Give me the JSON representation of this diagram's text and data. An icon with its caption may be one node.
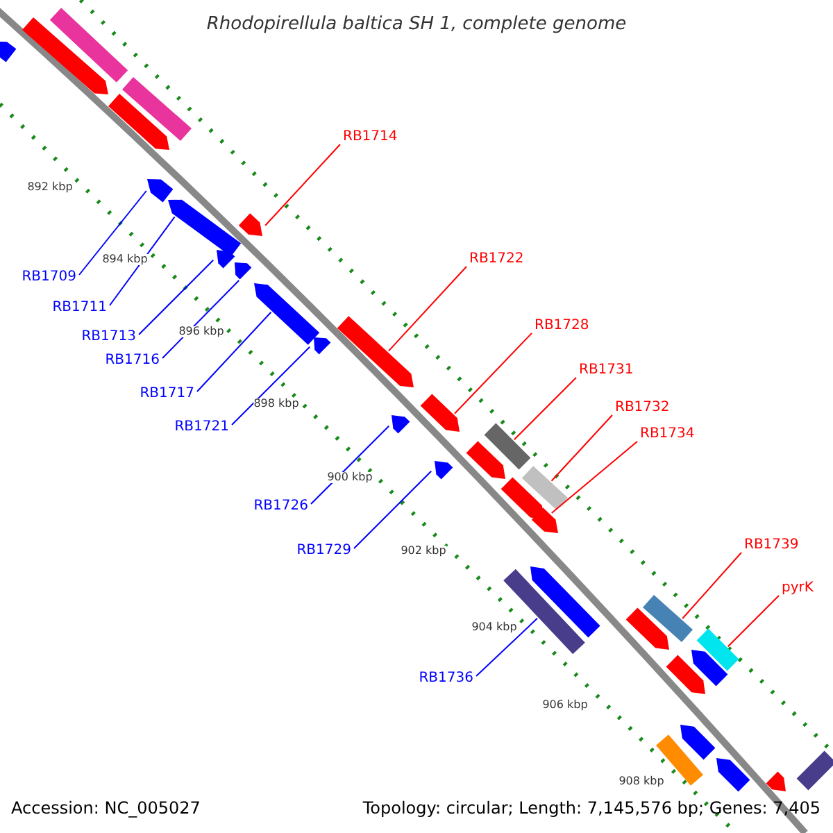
{
  "diagram": {
    "title": "Rhodopirellula baltica SH 1, complete genome",
    "nodes": [
      {
        "text": [
          "RB1714"
        ]
      },
      {
        "text": [
          "RB1709"
        ]
      },
      {
        "text": [
          "RB1722"
        ]
      },
      {
        "text": [
          "RB1711"
        ]
      },
      {
        "text": [
          "RB1713"
        ]
      },
      {
        "text": [
          "RB1728"
        ]
      },
      {
        "text": [
          "RB1716"
        ]
      },
      {
        "text": [
          "RB1731"
        ]
      },
      {
        "text": [
          "RB1717"
        ]
      },
      {
        "text": [
          "RB1732"
        ]
      },
      {
        "text": [
          "RB1721"
        ]
      },
      {
        "text": [
          "RB1734"
        ]
      },
      {
        "text": [
          "RB1726"
        ]
      },
      {
        "text": [
          "RB1729"
        ]
      },
      {
        "text": [
          "RB1739"
        ]
      },
      {
        "text": [
          "pyrK"
        ]
      },
      {
        "text": [
          "RB1736"
        ]
      },
      {
        "text": [],
        "shape": "pentagon"
      },
      {
        "text": [],
        "shape": "pentagon"
      },
      {
        "text": [],
        "shape": "pentagon"
      },
      {
        "text": [],
        "shape": "pentagon"
      },
      {
        "text": [],
        "shape": "pentagon"
      },
      {
        "text": [],
        "shape": "pentagon"
      },
      {
        "text": [],
        "shape": "pentagon"
      },
      {
        "text": [],
        "shape": "bar"
      },
      {
        "text": [],
        "shape": "pentagon"
      },
      {
        "text": [],
        "shape": "bar"
      },
      {
        "text": [],
        "shape": "pentagon"
      },
      {
        "text": [],
        "shape": "pentagon"
      },
      {
        "text": [],
        "shape": "pentagon"
      },
      {
        "text": [],
        "shape": "pentagon"
      },
      {
        "text": [],
        "shape": "bar"
      },
      {
        "text": [],
        "shape": "bar"
      },
      {
        "text": [],
        "shape": "bar"
      },
      {
        "text": [],
        "shape": "bar"
      },
      {
        "text": [],
        "shape": "bar"
      },
      {
        "text": [],
        "shape": "pentagon"
      },
      {
        "text": [],
        "shape": "pentagon"
      },
      {
        "text": [],
        "shape": "pentagon"
      },
      {
        "text": [],
        "shape": "pentagon"
      },
      {
        "text": [],
        "shape": "pentagon"
      },
      {
        "text": [],
        "shape": "pentagon"
      },
      {
        "text": [],
        "shape": "pentagon"
      },
      {
        "text": [],
        "shape": "pentagon"
      },
      {
        "text": [],
        "shape": "pentagon"
      },
      {
        "text": [],
        "shape": "bar"
      },
      {
        "text": [],
        "shape": "pentagon"
      },
      {
        "text": [],
        "shape": "pentagon"
      },
      {
        "text": [],
        "shape": "bar"
      },
      {
        "text": [],
        "shape": "pentagon"
      }
    ],
    "edges": [
      {
        "from": 0,
        "to": 17,
        "arrow": "none",
        "color": "#ff0000"
      },
      {
        "from": 1,
        "to": 18,
        "arrow": "none"
      },
      {
        "from": 2,
        "to": 19,
        "arrow": "none",
        "color": "#ff0000"
      },
      {
        "from": 3,
        "to": 20,
        "arrow": "none"
      },
      {
        "from": 4,
        "to": 21,
        "arrow": "none"
      },
      {
        "from": 5,
        "to": 22,
        "arrow": "none",
        "color": "#ff0000"
      },
      {
        "from": 6,
        "to": 23,
        "arrow": "none"
      },
      {
        "from": 7,
        "to": 24,
        "arrow": "none",
        "color": "#ff0000"
      },
      {
        "from": 8,
        "to": 25,
        "arrow": "none"
      },
      {
        "from": 9,
        "to": 26,
        "arrow": "none",
        "color": "#ff0000"
      },
      {
        "from": 10,
        "to": 27,
        "arrow": "none"
      },
      {
        "from": 11,
        "to": 28,
        "arrow": "none",
        "color": "#ff0000"
      },
      {
        "from": 12,
        "to": 29,
        "arrow": "none"
      },
      {
        "from": 13,
        "to": 30,
        "arrow": "none"
      },
      {
        "from": 14,
        "to": 31,
        "arrow": "none",
        "color": "#ff0000"
      },
      {
        "from": 15,
        "to": 32,
        "arrow": "none",
        "color": "#ff0000"
      },
      {
        "from": 16,
        "to": 33,
        "arrow": "none"
      }
    ],
    "labels": [
      "892 kbp",
      "894 kbp",
      "896 kbp",
      "898 kbp",
      "900 kbp",
      "902 kbp",
      "904 kbp",
      "906 kbp",
      "908 kbp",
      "Accession: NC_005027",
      "Topology: circular; Length: 7,145,576 bp; Genes: 7,405"
    ]
  }
}
